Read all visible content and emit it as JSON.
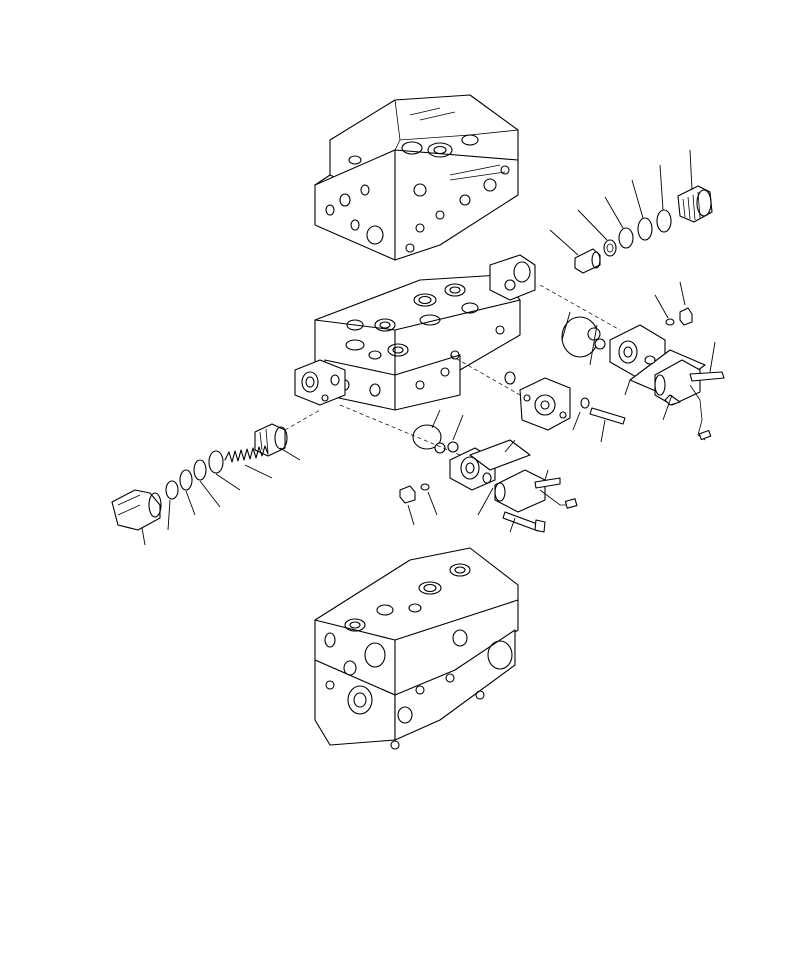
{
  "diagram": {
    "kind": "exploded-parts-view",
    "colors": {
      "line": "#000000",
      "background": "#ffffff"
    },
    "parts": [
      {
        "id": "upper-valve-block",
        "icon": "valve-block-icon"
      },
      {
        "id": "middle-valve-section",
        "icon": "valve-section-icon"
      },
      {
        "id": "lower-valve-block",
        "icon": "valve-block-icon"
      },
      {
        "id": "relief-valve-top",
        "icon": "relief-valve-icon"
      },
      {
        "id": "plug-left",
        "icon": "plug-icon"
      },
      {
        "id": "spring",
        "icon": "spring-icon"
      },
      {
        "id": "solenoid-valve-right",
        "icon": "solenoid-icon"
      },
      {
        "id": "solenoid-valve-front",
        "icon": "solenoid-icon"
      },
      {
        "id": "cover-small",
        "icon": "cover-icon"
      }
    ]
  }
}
